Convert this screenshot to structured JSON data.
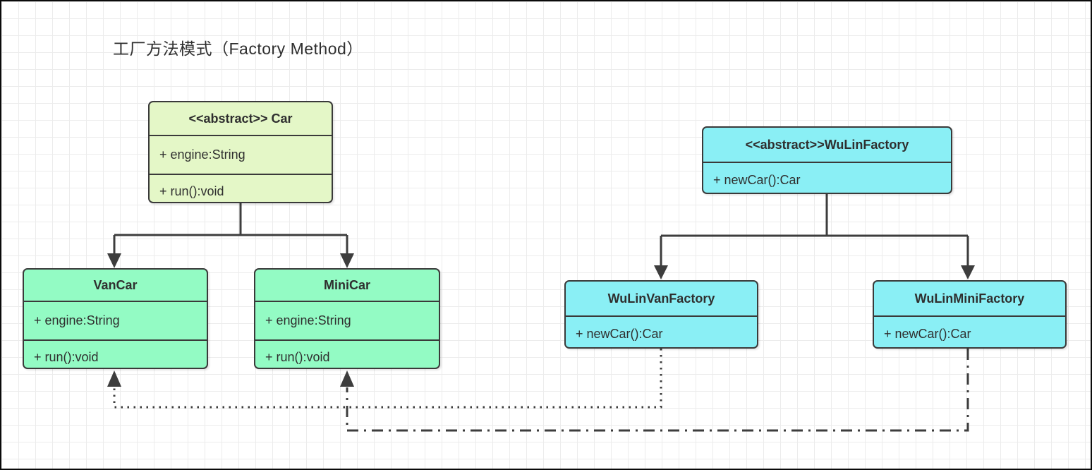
{
  "title": "工厂方法模式（Factory Method）",
  "classes": {
    "car": {
      "title": "<<abstract>> Car",
      "attr": "+ engine:String",
      "method": "+ run():void"
    },
    "van_car": {
      "title": "VanCar",
      "attr": "+ engine:String",
      "method": "+ run():void"
    },
    "mini_car": {
      "title": "MiniCar",
      "attr": "+ engine:String",
      "method": "+ run():void"
    },
    "wulin_factory": {
      "title": "<<abstract>>WuLinFactory",
      "method": "+ newCar():Car"
    },
    "wulin_van_factory": {
      "title": "WuLinVanFactory",
      "method": "+ newCar():Car"
    },
    "wulin_mini_factory": {
      "title": "WuLinMiniFactory",
      "method": "+ newCar():Car"
    }
  },
  "relations": [
    {
      "from": "Car",
      "to": "VanCar",
      "style": "solid",
      "arrow": "filled-triangle"
    },
    {
      "from": "Car",
      "to": "MiniCar",
      "style": "solid",
      "arrow": "filled-triangle"
    },
    {
      "from": "WuLinFactory",
      "to": "WuLinVanFactory",
      "style": "solid",
      "arrow": "filled-triangle"
    },
    {
      "from": "WuLinFactory",
      "to": "WuLinMiniFactory",
      "style": "solid",
      "arrow": "filled-triangle"
    },
    {
      "from": "WuLinVanFactory",
      "to": "VanCar",
      "style": "dotted",
      "arrow": "filled-triangle"
    },
    {
      "from": "WuLinMiniFactory",
      "to": "MiniCar",
      "style": "dash-dot",
      "arrow": "filled-triangle"
    }
  ],
  "colors": {
    "car_fill": "#e4f7c7",
    "subclass_fill": "#93fbc4",
    "factory_fill": "#8aeff5",
    "line": "#3d3d3d",
    "text": "#2f2f2f",
    "grid": "#ececec"
  }
}
